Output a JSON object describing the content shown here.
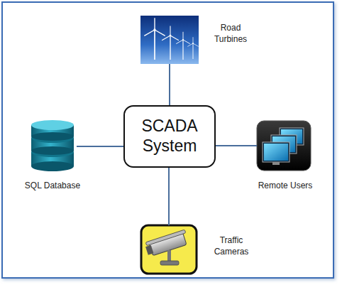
{
  "diagram": {
    "nodes": [
      {
        "text": [
          "Road Turbines"
        ]
      },
      {
        "text": [
          "SQL Database"
        ]
      },
      {
        "text": [
          "SCADA System"
        ]
      },
      {
        "text": [
          "Remote Users"
        ]
      },
      {
        "text": [
          "Traffic Cameras"
        ]
      }
    ],
    "edges": [
      {
        "from": 2,
        "to": 0,
        "arrow": "none"
      },
      {
        "from": 2,
        "to": 1,
        "arrow": "none"
      },
      {
        "from": 2,
        "to": 3,
        "arrow": "none"
      },
      {
        "from": 2,
        "to": 4,
        "arrow": "none"
      }
    ]
  }
}
